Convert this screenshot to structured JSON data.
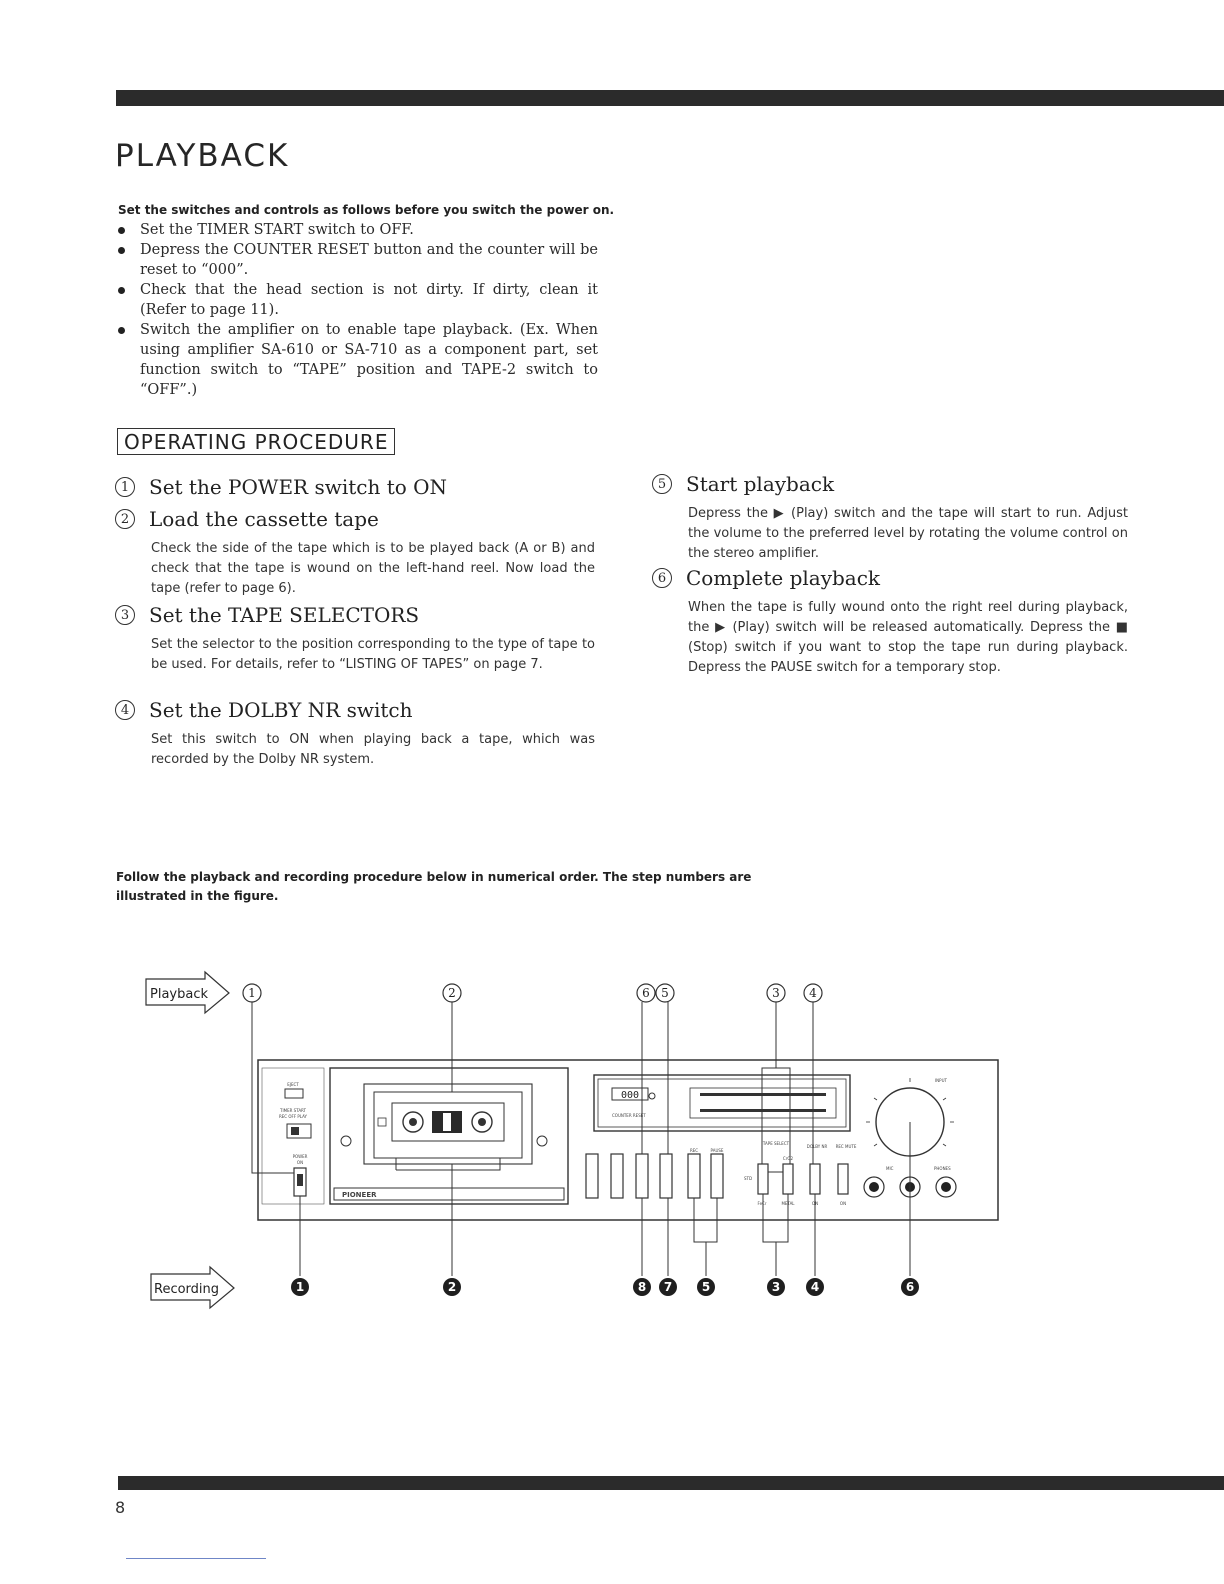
{
  "title": "PLAYBACK",
  "intro": "Set the switches and controls as follows before you switch the power on.",
  "bullets": [
    "Set the TIMER START switch to OFF.",
    "Depress the COUNTER RESET button and the counter will be reset to “000”.",
    "Check that the head section is not dirty. If dirty, clean it (Refer to page 11).",
    "Switch the amplifier on to enable tape playback. (Ex. When using amplifier SA-610 or SA-710 as a component part, set function switch to “TAPE” position and TAPE-2 switch to “OFF”.)"
  ],
  "procedure_heading": "OPERATING PROCEDURE",
  "steps": [
    {
      "num": "1",
      "title": "Set the POWER switch to ON",
      "body": ""
    },
    {
      "num": "2",
      "title": "Load the cassette tape",
      "body": "Check the side of the tape which is to be played back (A or B) and check that the tape is wound on the left-hand reel. Now load the tape (refer to page 6)."
    },
    {
      "num": "3",
      "title": "Set the TAPE SELECTORS",
      "body": "Set the selector to the position corresponding to the type of tape to be used. For details, refer to “LISTING OF TAPES” on page 7."
    },
    {
      "num": "4",
      "title": "Set the DOLBY  NR switch",
      "body": "Set this switch to ON when playing back a tape, which was recorded by the Dolby NR system."
    },
    {
      "num": "5",
      "title": "Start playback",
      "body": "Depress the ▶ (Play) switch and the tape will start to run. Adjust the volume to the preferred level by rotating the volume control on the stereo amplifier."
    },
    {
      "num": "6",
      "title": "Complete playback",
      "body": "When the tape is fully wound onto the right reel during playback, the ▶ (Play) switch will be released automatically. Depress the ■ (Stop) switch if you want to stop the tape run during playback. Depress the PAUSE switch for a temporary stop."
    }
  ],
  "follow_text": "Follow the playback and recording procedure below in numerical order.  The step numbers are illustrated in the figure.",
  "figure": {
    "playback_label": "Playback",
    "recording_label": "Recording",
    "playback_numbers": [
      "1",
      "2",
      "6",
      "5",
      "3",
      "4"
    ],
    "recording_numbers": [
      "1",
      "2",
      "8",
      "7",
      "5",
      "3",
      "4",
      "6"
    ],
    "brand": "PIONEER",
    "counter_digits": "000",
    "panel_labels": {
      "eject": "EJECT",
      "timer_start": "TIMER START",
      "rec_off_play": "REC  OFF  PLAY",
      "power": "POWER",
      "on": "ON",
      "counter_reset": "COUNTER  RESET",
      "tape_select": "TAPE SELECT",
      "dolby_nr": "DOLBY NR",
      "rec_mute": "REC MUTE",
      "input": "INPUT",
      "phones": "PHONES",
      "mic": "MIC",
      "rec": "REC",
      "pause": "PAUSE",
      "metal": "METAL",
      "off": "OFF",
      "std": "STD",
      "fe_cr": "FeCr",
      "cro2": "CrO2"
    }
  },
  "page_number": "8"
}
